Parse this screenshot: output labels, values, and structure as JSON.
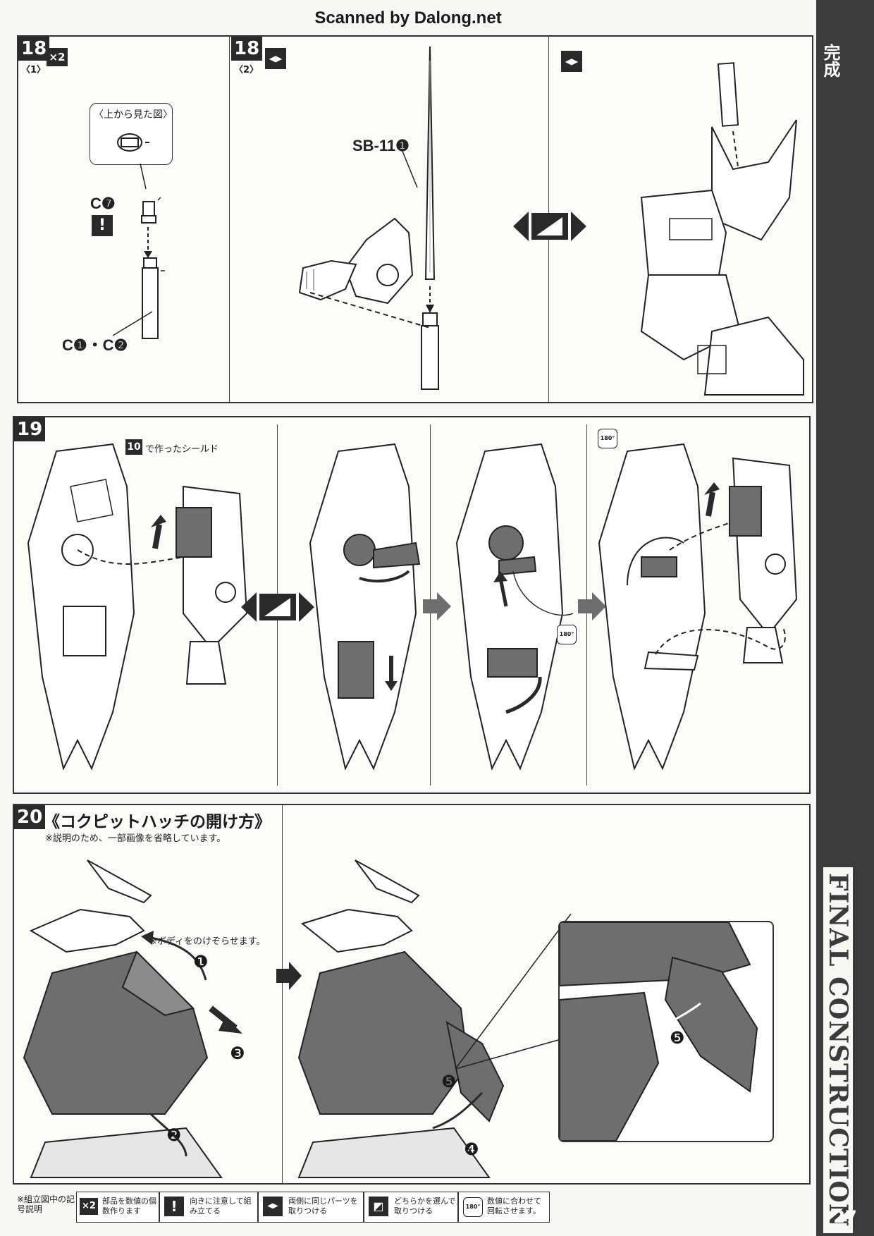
{
  "header": {
    "scan_credit": "Scanned by Dalong.net"
  },
  "sidebar": {
    "section_title": "完成",
    "section_title_en": "FINAL CONSTRUCTION",
    "page_number": "27"
  },
  "step18_1": {
    "number": "18",
    "sub": "〈1〉",
    "multiplier": "×2",
    "view_note": "〈上から見た図〉",
    "part_a": "C❼",
    "part_b": "C❶・C❷"
  },
  "step18_2": {
    "number": "18",
    "sub": "〈2〉",
    "part": "SB-11❶"
  },
  "step19": {
    "number": "19",
    "shield_ref_num": "10",
    "shield_ref_text": "で作ったシールド",
    "rotate_label": "180°"
  },
  "step20": {
    "number": "20",
    "title": "《コクピットハッチの開け方》",
    "note": "※説明のため、一部画像を省略しています。",
    "body_note": "※ボディをのけぞらせます。",
    "markers": [
      "❶",
      "❷",
      "❸",
      "❹",
      "❺"
    ]
  },
  "legend": {
    "heading": "※組立図中の記号説明",
    "items": [
      {
        "icon": "×2",
        "text": "部品を数値の個数作ります"
      },
      {
        "icon": "!",
        "text": "向きに注意して組み立てる"
      },
      {
        "icon": "◀▶",
        "text": "両側に同じパーツを取りつける"
      },
      {
        "icon": "◩",
        "text": "どちらかを選んで取りつける"
      },
      {
        "icon": "180°",
        "text": "数値に合わせて回転させます。"
      }
    ]
  },
  "colors": {
    "ink": "#2a2a2a",
    "sidebar": "#3b3b3b",
    "paper": "#f7f7f5",
    "shade": "#6e6e6e"
  }
}
